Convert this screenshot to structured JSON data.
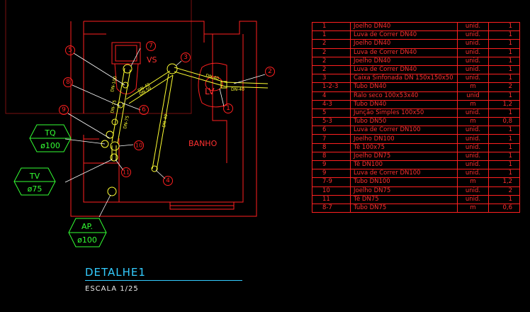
{
  "drawing": {
    "room_label": "BANHO",
    "fixtures": {
      "toilet": "VS",
      "sink": "LV"
    },
    "pipe_labels": [
      "DN-40",
      "DN-40",
      "DN-40",
      "DN-50",
      "DN-100",
      "DN-75",
      "DN-75",
      "DN-40"
    ],
    "item_markers": [
      "1",
      "2",
      "3",
      "4",
      "5",
      "6",
      "7",
      "8",
      "9",
      "10",
      "11"
    ],
    "tags": [
      {
        "code": "TQ",
        "size": "ø100",
        "color": "#33ff33"
      },
      {
        "code": "TV",
        "size": "ø75",
        "color": "#33ff33"
      },
      {
        "code": "AP.",
        "size": "ø100",
        "color": "#33ff33"
      }
    ],
    "colors": {
      "walls": "#ff2020",
      "pipes": "#ffff33",
      "leaders": "#ffffff",
      "tags": "#33ff33",
      "title": "#33ccff"
    }
  },
  "bill_of_materials": [
    {
      "item": "1",
      "description": "Joelho DN40",
      "unit": "unid.",
      "qty": "1"
    },
    {
      "item": "1",
      "description": "Luva de Correr DN40",
      "unit": "unid.",
      "qty": "1"
    },
    {
      "item": "2",
      "description": "Joelho DN40",
      "unit": "unid.",
      "qty": "1"
    },
    {
      "item": "2",
      "description": "Luva de Correr DN40",
      "unit": "unid.",
      "qty": "1"
    },
    {
      "item": "2",
      "description": "Joelho DN40",
      "unit": "unid.",
      "qty": "1"
    },
    {
      "item": "2",
      "description": "Luva de Correr DN40",
      "unit": "unid.",
      "qty": "1"
    },
    {
      "item": "3",
      "description": "Caixa Sinfonada DN 150x150x50",
      "unit": "unid.",
      "qty": "1"
    },
    {
      "item": "1-2-3",
      "description": "Tubo DN40",
      "unit": "m",
      "qty": "2"
    },
    {
      "item": "4",
      "description": "Ralo seco 100x53x40",
      "unit": "unid",
      "qty": "1"
    },
    {
      "item": "4-3",
      "description": "Tubo DN40",
      "unit": "m",
      "qty": "1,2"
    },
    {
      "item": "5",
      "description": "Junção Simples 100x50",
      "unit": "unid.",
      "qty": "1"
    },
    {
      "item": "5-3",
      "description": "Tubo DN50",
      "unit": "m",
      "qty": "0,8"
    },
    {
      "item": "6",
      "description": "Luva de Correr DN100",
      "unit": "unid.",
      "qty": "1"
    },
    {
      "item": "7",
      "description": "Joelho DN100",
      "unit": "unid.",
      "qty": "1"
    },
    {
      "item": "8",
      "description": "Tê 100x75",
      "unit": "unid.",
      "qty": "1"
    },
    {
      "item": "8",
      "description": "Joelho DN75",
      "unit": "unid.",
      "qty": "1"
    },
    {
      "item": "9",
      "description": "Tê DN100",
      "unit": "unid.",
      "qty": "1"
    },
    {
      "item": "9",
      "description": "Luva de Correr DN100",
      "unit": "unid.",
      "qty": "1"
    },
    {
      "item": "7-9",
      "description": "Tubo DN100",
      "unit": "m",
      "qty": "1,2"
    },
    {
      "item": "10",
      "description": "Joelho DN75",
      "unit": "unid.",
      "qty": "2"
    },
    {
      "item": "11",
      "description": "Tê DN75",
      "unit": "unid.",
      "qty": "1"
    },
    {
      "item": "8-7",
      "description": "Tubo DN75",
      "unit": "m",
      "qty": "0,6"
    }
  ],
  "title_block": {
    "title": "DETALHE1",
    "scale": "ESCALA   1/25"
  }
}
